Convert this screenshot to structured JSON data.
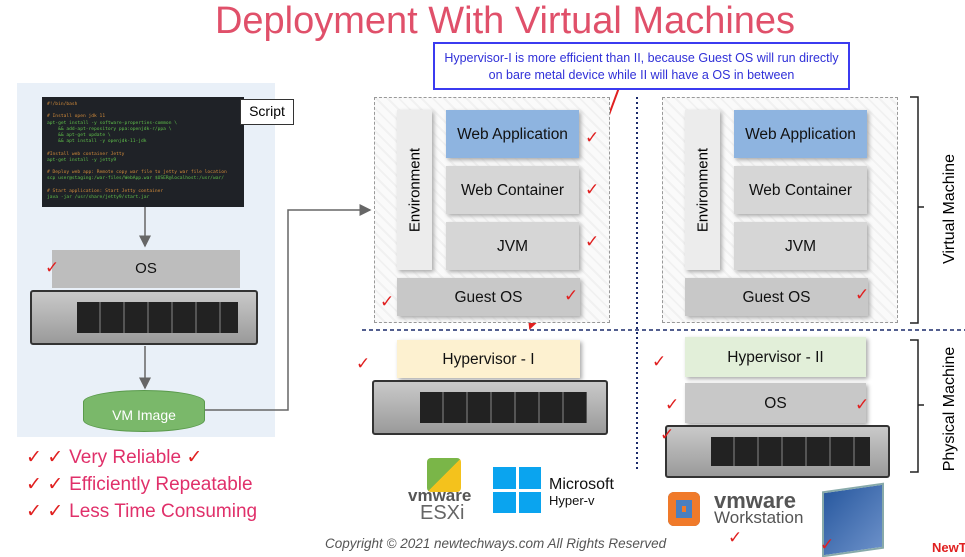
{
  "title": "Deployment With Virtual Machines",
  "callout": "Hypervisor-I is more efficient than II, because Guest OS will run directly on bare metal device while II will have a OS in between",
  "script": {
    "label": "Script",
    "lines": [
      "#!/bin/bash",
      "",
      "# Install open jdk 11",
      "apt-get install -y software-properties-common \\",
      "    && add-apt-repository ppa:openjdk-r/ppa \\",
      "    && apt-get update \\",
      "    && apt install -y openjdk-11-jdk",
      "",
      "#Install web container Jetty",
      "apt-get install -y jetty9",
      "",
      "# Deploy web app: Remote copy war file to jetty war file location",
      "scp user@staging:/war-files/WebApp.war $USER@localhost:/usr/war/",
      "",
      "# Start application: Start Jetty container",
      "java -jar /usr/share/jetty9/start.jar"
    ]
  },
  "left": {
    "os": "OS",
    "vm_image": "VM Image"
  },
  "vm1": {
    "environment": "Environment",
    "web_app": "Web Application",
    "web_container": "Web Container",
    "jvm": "JVM",
    "guest_os": "Guest OS",
    "hypervisor": "Hypervisor - I"
  },
  "vm2": {
    "environment": "Environment",
    "web_app": "Web Application",
    "web_container": "Web Container",
    "jvm": "JVM",
    "guest_os": "Guest OS",
    "hypervisor": "Hypervisor - II",
    "os": "OS"
  },
  "labels": {
    "virtual_machine": "Virtual Machine",
    "physical_machine": "Physical Machine"
  },
  "benefits": [
    "Very Reliable",
    "Efficiently Repeatable",
    "Less Time Consuming"
  ],
  "logos": {
    "esxi_brand": "vmware",
    "esxi": "ESXi",
    "hyperv_brand": "Microsoft",
    "hyperv": "Hyper-v",
    "ws_brand": "vmware",
    "ws": "Workstation",
    "newtechways": "NewT"
  },
  "copyright": "Copyright © 2021 newtechways.com All Rights Reserved",
  "colors": {
    "title": "#e0506a",
    "web_app": "#8eb4e0",
    "hypervisor1": "#fdf1d0",
    "hypervisor2": "#e2efd9",
    "vm_image": "#7ab86a",
    "check": "#e02020"
  }
}
